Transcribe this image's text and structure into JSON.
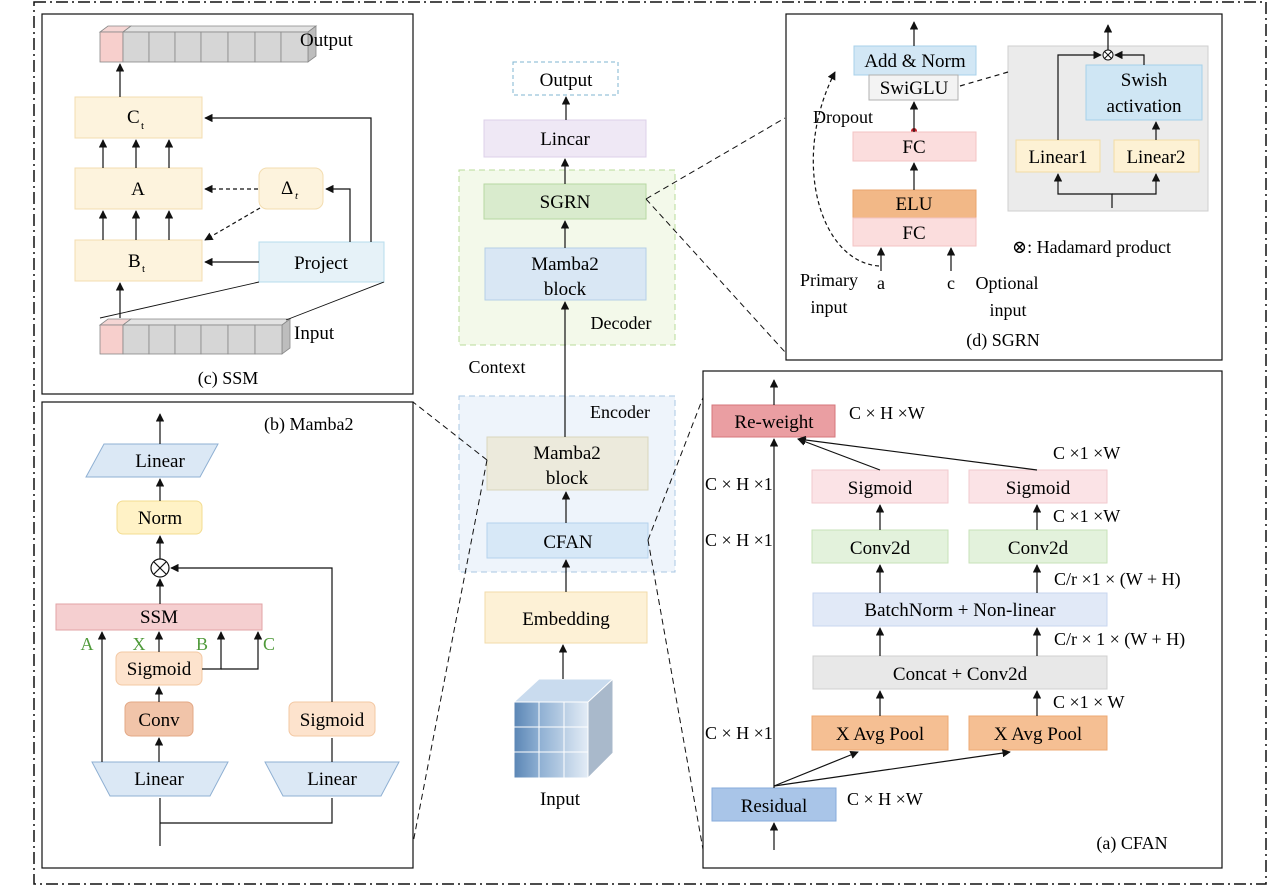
{
  "main": {
    "output": "Output",
    "linear": "Lincar",
    "sgrn": "SGRN",
    "decoder_mamba": [
      "Mamba2",
      "block"
    ],
    "decoder": "Decoder",
    "context": "Context",
    "encoder": "Encoder",
    "encoder_mamba": [
      "Mamba2",
      "block"
    ],
    "cfan": "CFAN",
    "embedding": "Embedding",
    "input": "Input"
  },
  "ssm": {
    "output": "Output",
    "ct_main": "C",
    "ct_sub": "t",
    "a": "A",
    "delta_main": "Δ",
    "delta_sub": "t",
    "bt_main": "B",
    "bt_sub": "t",
    "project": "Project",
    "input": "Input",
    "caption": "(c) SSM"
  },
  "mamba2": {
    "caption": "(b) Mamba2",
    "linear_top": "Linear",
    "norm": "Norm",
    "ssm": "SSM",
    "label_a": "A",
    "label_x": "X",
    "label_b": "B",
    "label_c": "C",
    "sigmoid_left": "Sigmoid",
    "conv": "Conv",
    "sigmoid_right": "Sigmoid",
    "linear_left": "Linear",
    "linear_right": "Linear"
  },
  "sgrn": {
    "add_norm": "Add & Norm",
    "swiglu": "SwiGLU",
    "dropout": "Dropout",
    "fc_top": "FC",
    "elu": "ELU",
    "fc_bottom": "FC",
    "primary_input": [
      "Primary",
      "input"
    ],
    "a": "a",
    "c": "c",
    "optional_input": [
      "Optional",
      "input"
    ],
    "swish": [
      "Swish",
      "activation"
    ],
    "linear1": "Linear1",
    "linear2": "Linear2",
    "hadamard": "⊗: Hadamard product",
    "caption": "(d) SGRN"
  },
  "cfan": {
    "reweight": "Re-weight",
    "dim_reweight": "C × H ×W",
    "dim_c1w_top": "C ×1 ×W",
    "dim_ch1_a": "C × H ×1",
    "sigmoid_left": "Sigmoid",
    "sigmoid_right": "Sigmoid",
    "dim_c1w_mid": "C ×1 ×W",
    "dim_ch1_b": "C × H ×1",
    "conv_left": "Conv2d",
    "conv_right": "Conv2d",
    "dim_cr_a": "C/r ×1 × (W + H)",
    "batchnorm": "BatchNorm + Non-linear",
    "dim_cr_b": "C/r × 1 × (W + H)",
    "concat": "Concat + Conv2d",
    "dim_c1w_bot": "C ×1 × W",
    "dim_ch1_c": "C × H ×1",
    "xavg_left": "X Avg Pool",
    "xavg_right": "X Avg Pool",
    "residual": "Residual",
    "dim_residual": "C × H ×W",
    "caption": "(a) CFAN"
  }
}
